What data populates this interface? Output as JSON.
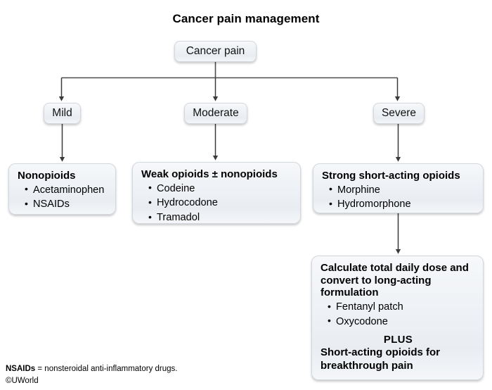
{
  "title": "Cancer pain management",
  "root": {
    "label": "Cancer pain"
  },
  "severity_levels": [
    {
      "label": "Mild"
    },
    {
      "label": "Moderate"
    },
    {
      "label": "Severe"
    }
  ],
  "treatments": [
    {
      "heading": "Nonopioids",
      "items": [
        "Acetaminophen",
        "NSAIDs"
      ]
    },
    {
      "heading": "Weak opioids ± nonopioids",
      "items": [
        "Codeine",
        "Hydrocodone",
        "Tramadol"
      ]
    },
    {
      "heading": "Strong short-acting opioids",
      "items": [
        "Morphine",
        "Hydromorphone"
      ]
    }
  ],
  "conversion_step": {
    "heading": "Calculate total daily dose and convert to long-acting formulation",
    "items": [
      "Fentanyl patch",
      "Oxycodone"
    ],
    "plus_label": "PLUS",
    "tail_line_1": "Short-acting opioids for",
    "tail_line_2": "breakthrough pain"
  },
  "footnote": {
    "abbr": "NSAIDs",
    "definition": " = nonsteroidal anti-inflammatory drugs."
  },
  "copyright": "©UWorld",
  "colors": {
    "box_fill_top": "#f6f8fa",
    "box_fill_bottom": "#e9edf2",
    "box_border": "#d3d8de",
    "connector": "#4d4d4d",
    "text": "#000000",
    "background": "#ffffff"
  }
}
